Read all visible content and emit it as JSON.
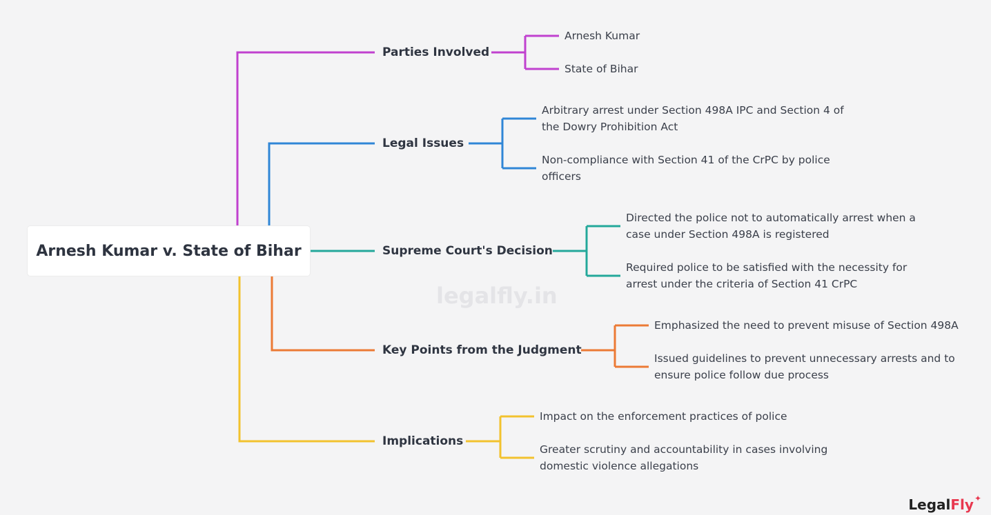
{
  "root": {
    "title": "Arnesh Kumar v. State of Bihar"
  },
  "branches": [
    {
      "label": "Parties Involved",
      "color": "#c041cf",
      "leaves": [
        "Arnesh Kumar",
        "State of Bihar"
      ]
    },
    {
      "label": "Legal Issues",
      "color": "#2f86d6",
      "leaves": [
        "Arbitrary arrest under Section 498A IPC and Section 4 of the Dowry Prohibition Act",
        "Non-compliance with Section 41 of the CrPC by police officers"
      ]
    },
    {
      "label": "Supreme Court's Decision",
      "color": "#23a89a",
      "leaves": [
        "Directed the police not to automatically arrest when a case under Section 498A is registered",
        "Required police to be satisfied with the necessity for arrest under the criteria of Section 41 CrPC"
      ]
    },
    {
      "label": "Key Points from the Judgment",
      "color": "#eb7a35",
      "leaves": [
        "Emphasized the need to prevent misuse of Section 498A",
        "Issued guidelines to prevent unnecessary arrests and to ensure police follow due process"
      ]
    },
    {
      "label": "Implications",
      "color": "#f2c22e",
      "leaves": [
        "Impact on the enforcement practices of police",
        "Greater scrutiny and accountability in cases involving domestic violence allegations"
      ]
    }
  ],
  "watermark": "legalfly.in",
  "brand": {
    "prefix": "Legal",
    "suffix": "Fly"
  }
}
